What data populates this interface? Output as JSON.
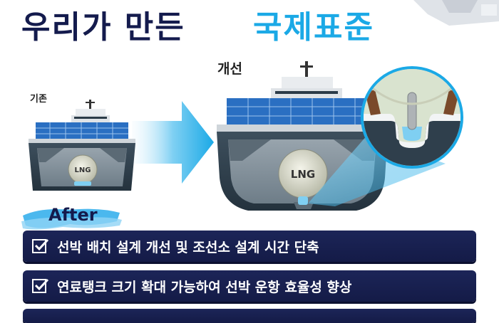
{
  "header": {
    "title_main": "우리가 만든",
    "title_accent": "국제표준"
  },
  "ships": {
    "old_label": "기존",
    "new_label": "개선",
    "tank_label_old": "LNG",
    "tank_label_new": "LNG"
  },
  "after": {
    "tag": "After",
    "items": [
      {
        "text": "선박 배치 설계 개선 및 조선소 설계 시간 단축"
      },
      {
        "text": "연료탱크 크기 확대 가능하여 선박 운항 효율성 향상"
      }
    ]
  },
  "colors": {
    "navy": "#141b4d",
    "accent": "#1ba9e6",
    "container_blue": "#2a6fc2",
    "hull_dark": "#2f3f4c"
  }
}
